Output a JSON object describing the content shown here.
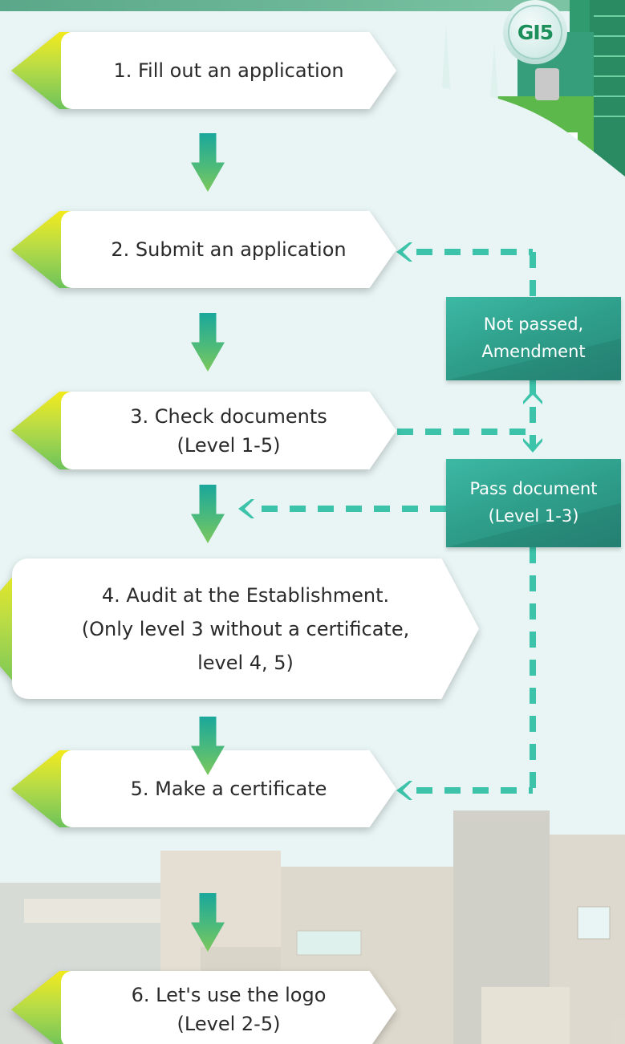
{
  "logo": {
    "text": "GI5"
  },
  "steps": [
    {
      "lines": [
        "1. Fill out an application"
      ]
    },
    {
      "lines": [
        "2. Submit an application"
      ]
    },
    {
      "lines": [
        "3. Check documents",
        "(Level 1-5)"
      ]
    },
    {
      "lines": [
        "4. Audit at the Establishment.",
        "(Only level 3 without a certificate,",
        "level 4, 5)"
      ]
    },
    {
      "lines": [
        "5. Make a certificate"
      ]
    },
    {
      "lines": [
        "6. Let's use the logo",
        "(Level 2-5)"
      ]
    }
  ],
  "status_boxes": [
    {
      "lines": [
        "Not passed,",
        "Amendment"
      ]
    },
    {
      "lines": [
        "Pass document",
        "(Level 1-3)"
      ]
    }
  ],
  "colors": {
    "connector": "#3cc3aa",
    "status_box": "#2e9e8a",
    "flow_arrow_top": "#1aa79b",
    "flow_arrow_bottom": "#7cc85c",
    "chevron_yellow": "#f2ea1c",
    "chevron_green": "#6dc35a"
  }
}
